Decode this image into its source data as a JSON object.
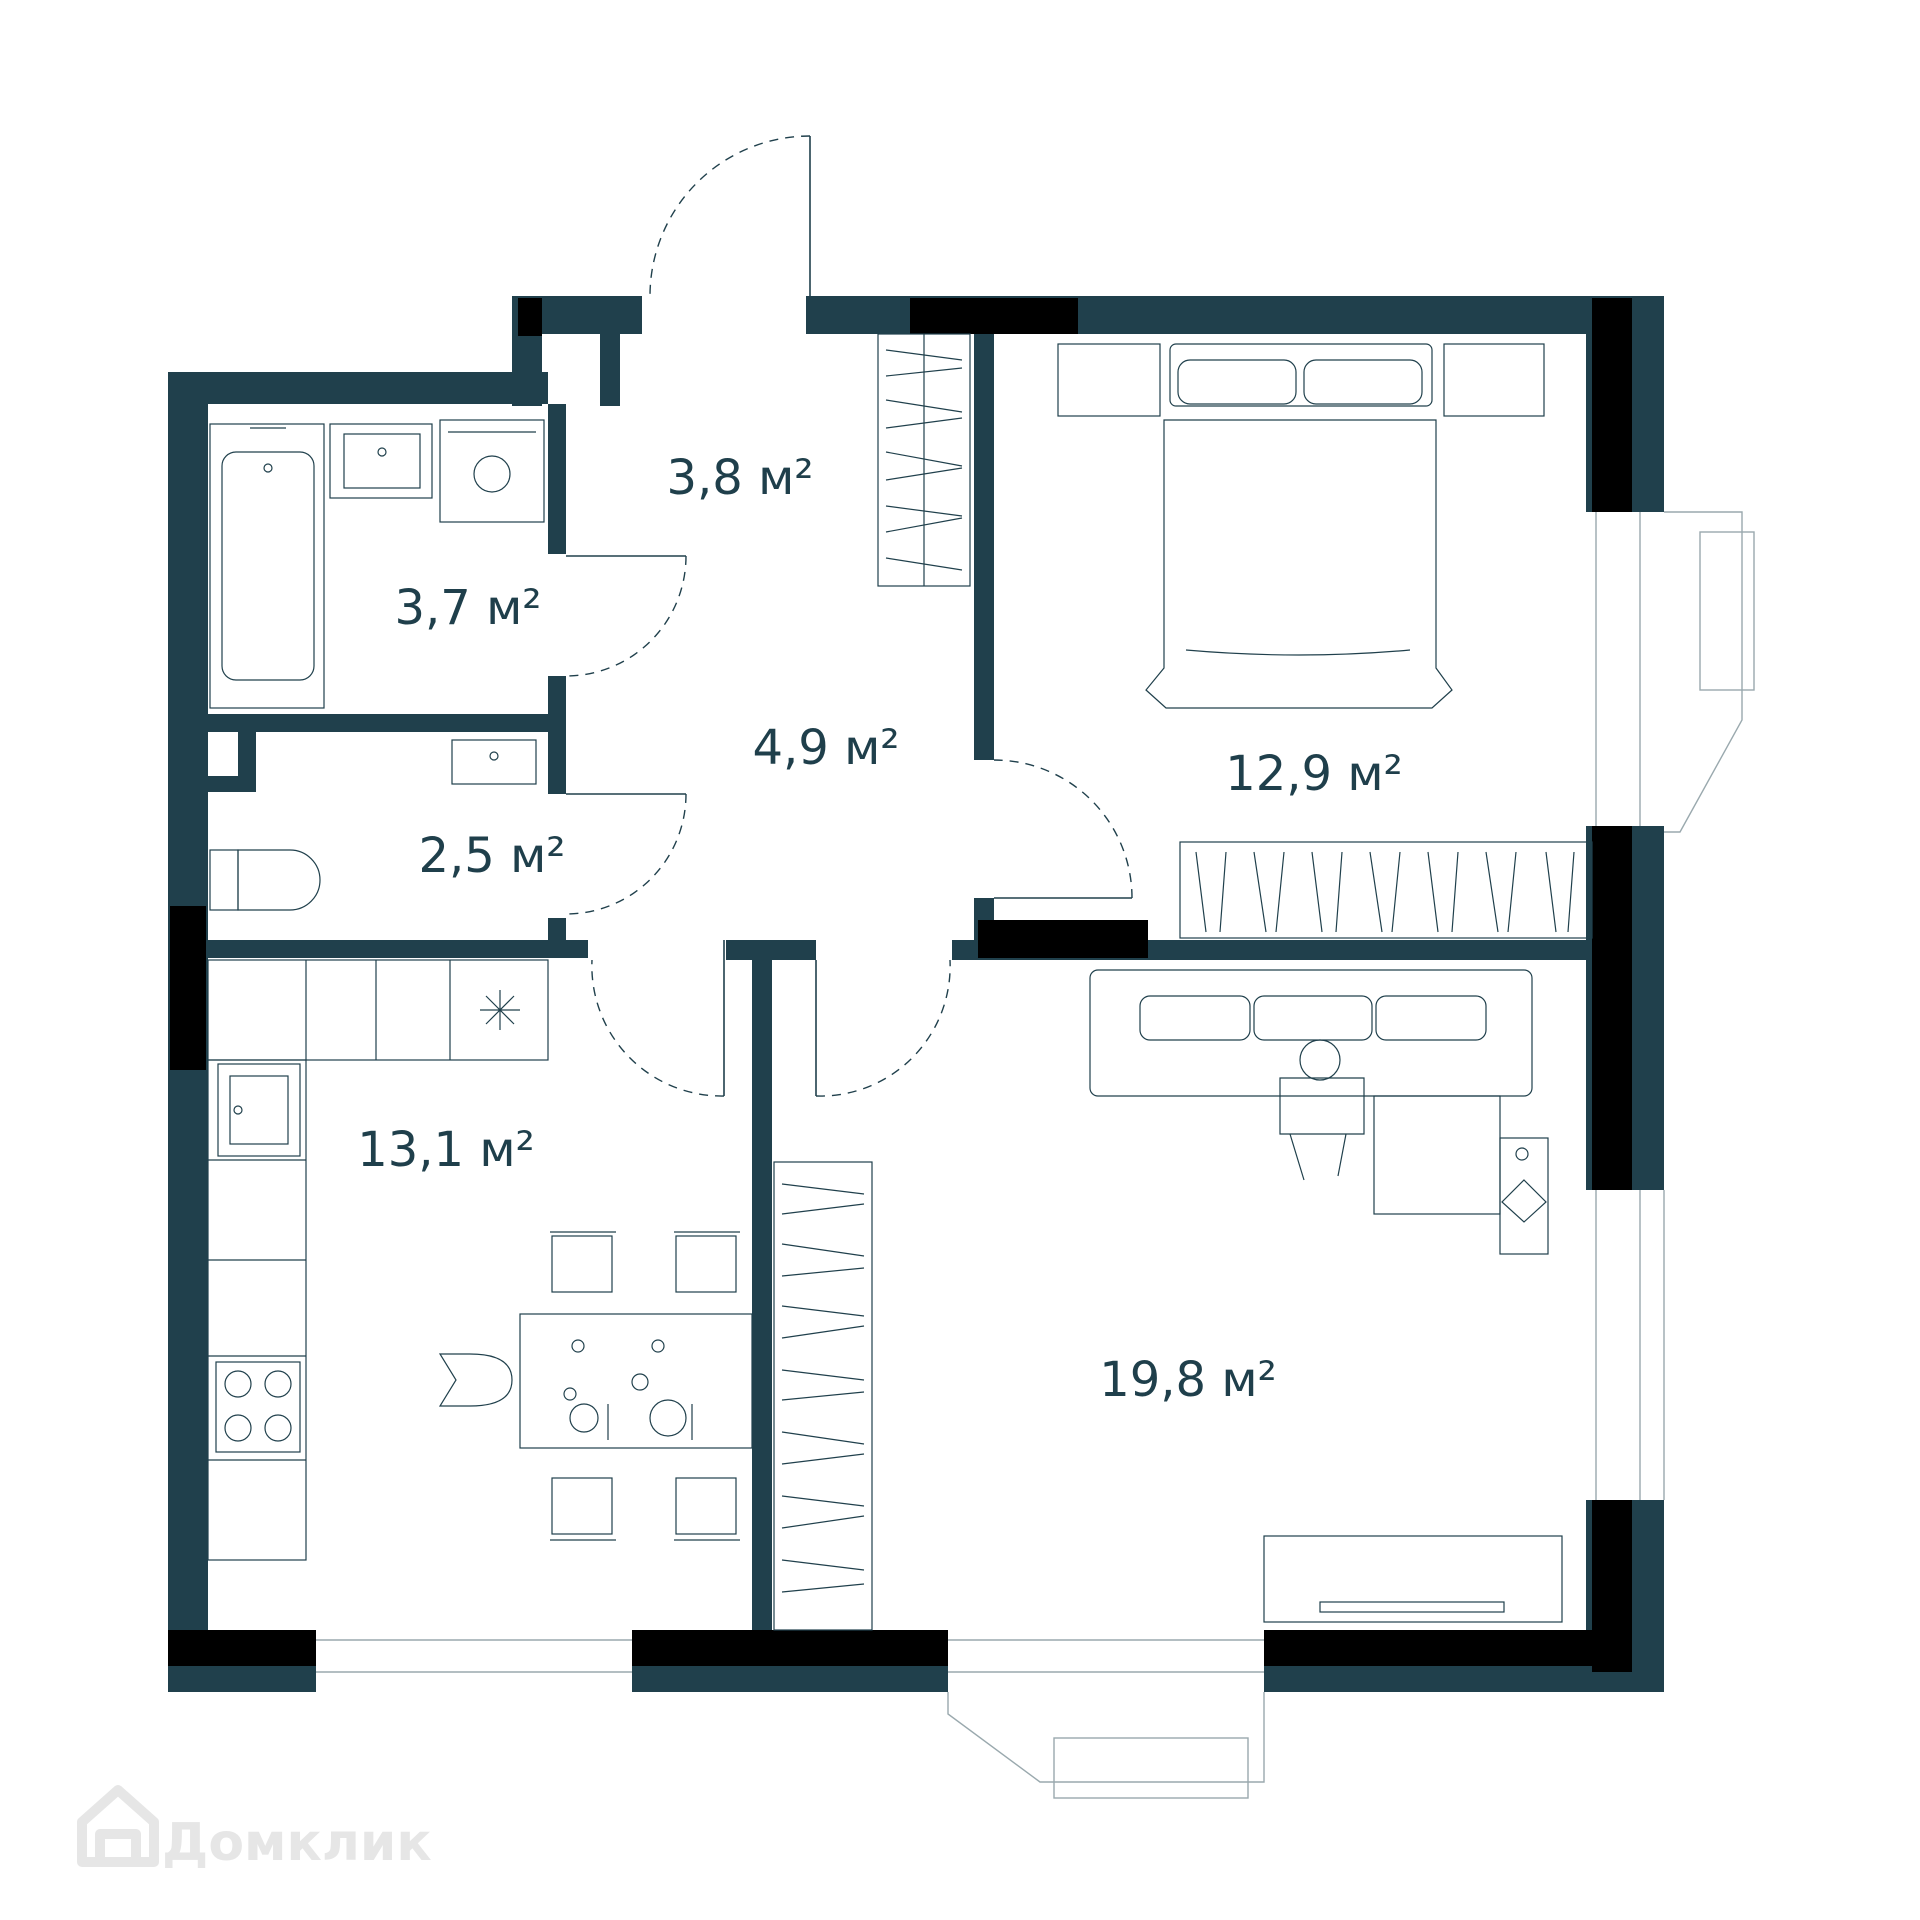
{
  "rooms": [
    {
      "id": "vestibule",
      "area": "3,8 м²"
    },
    {
      "id": "bathroom",
      "area": "3,7 м²"
    },
    {
      "id": "hall",
      "area": "4,9 м²"
    },
    {
      "id": "bedroom",
      "area": "12,9 м²"
    },
    {
      "id": "wc",
      "area": "2,5 м²"
    },
    {
      "id": "kitchen",
      "area": "13,1 м²"
    },
    {
      "id": "living",
      "area": "19,8 м²"
    }
  ],
  "watermark": {
    "text": "Домклик",
    "icon": "house-logo-icon"
  },
  "colors": {
    "wall": "#20404c",
    "column": "#000000",
    "label": "#1f3f4b",
    "watermark": "#e6e6e6"
  }
}
